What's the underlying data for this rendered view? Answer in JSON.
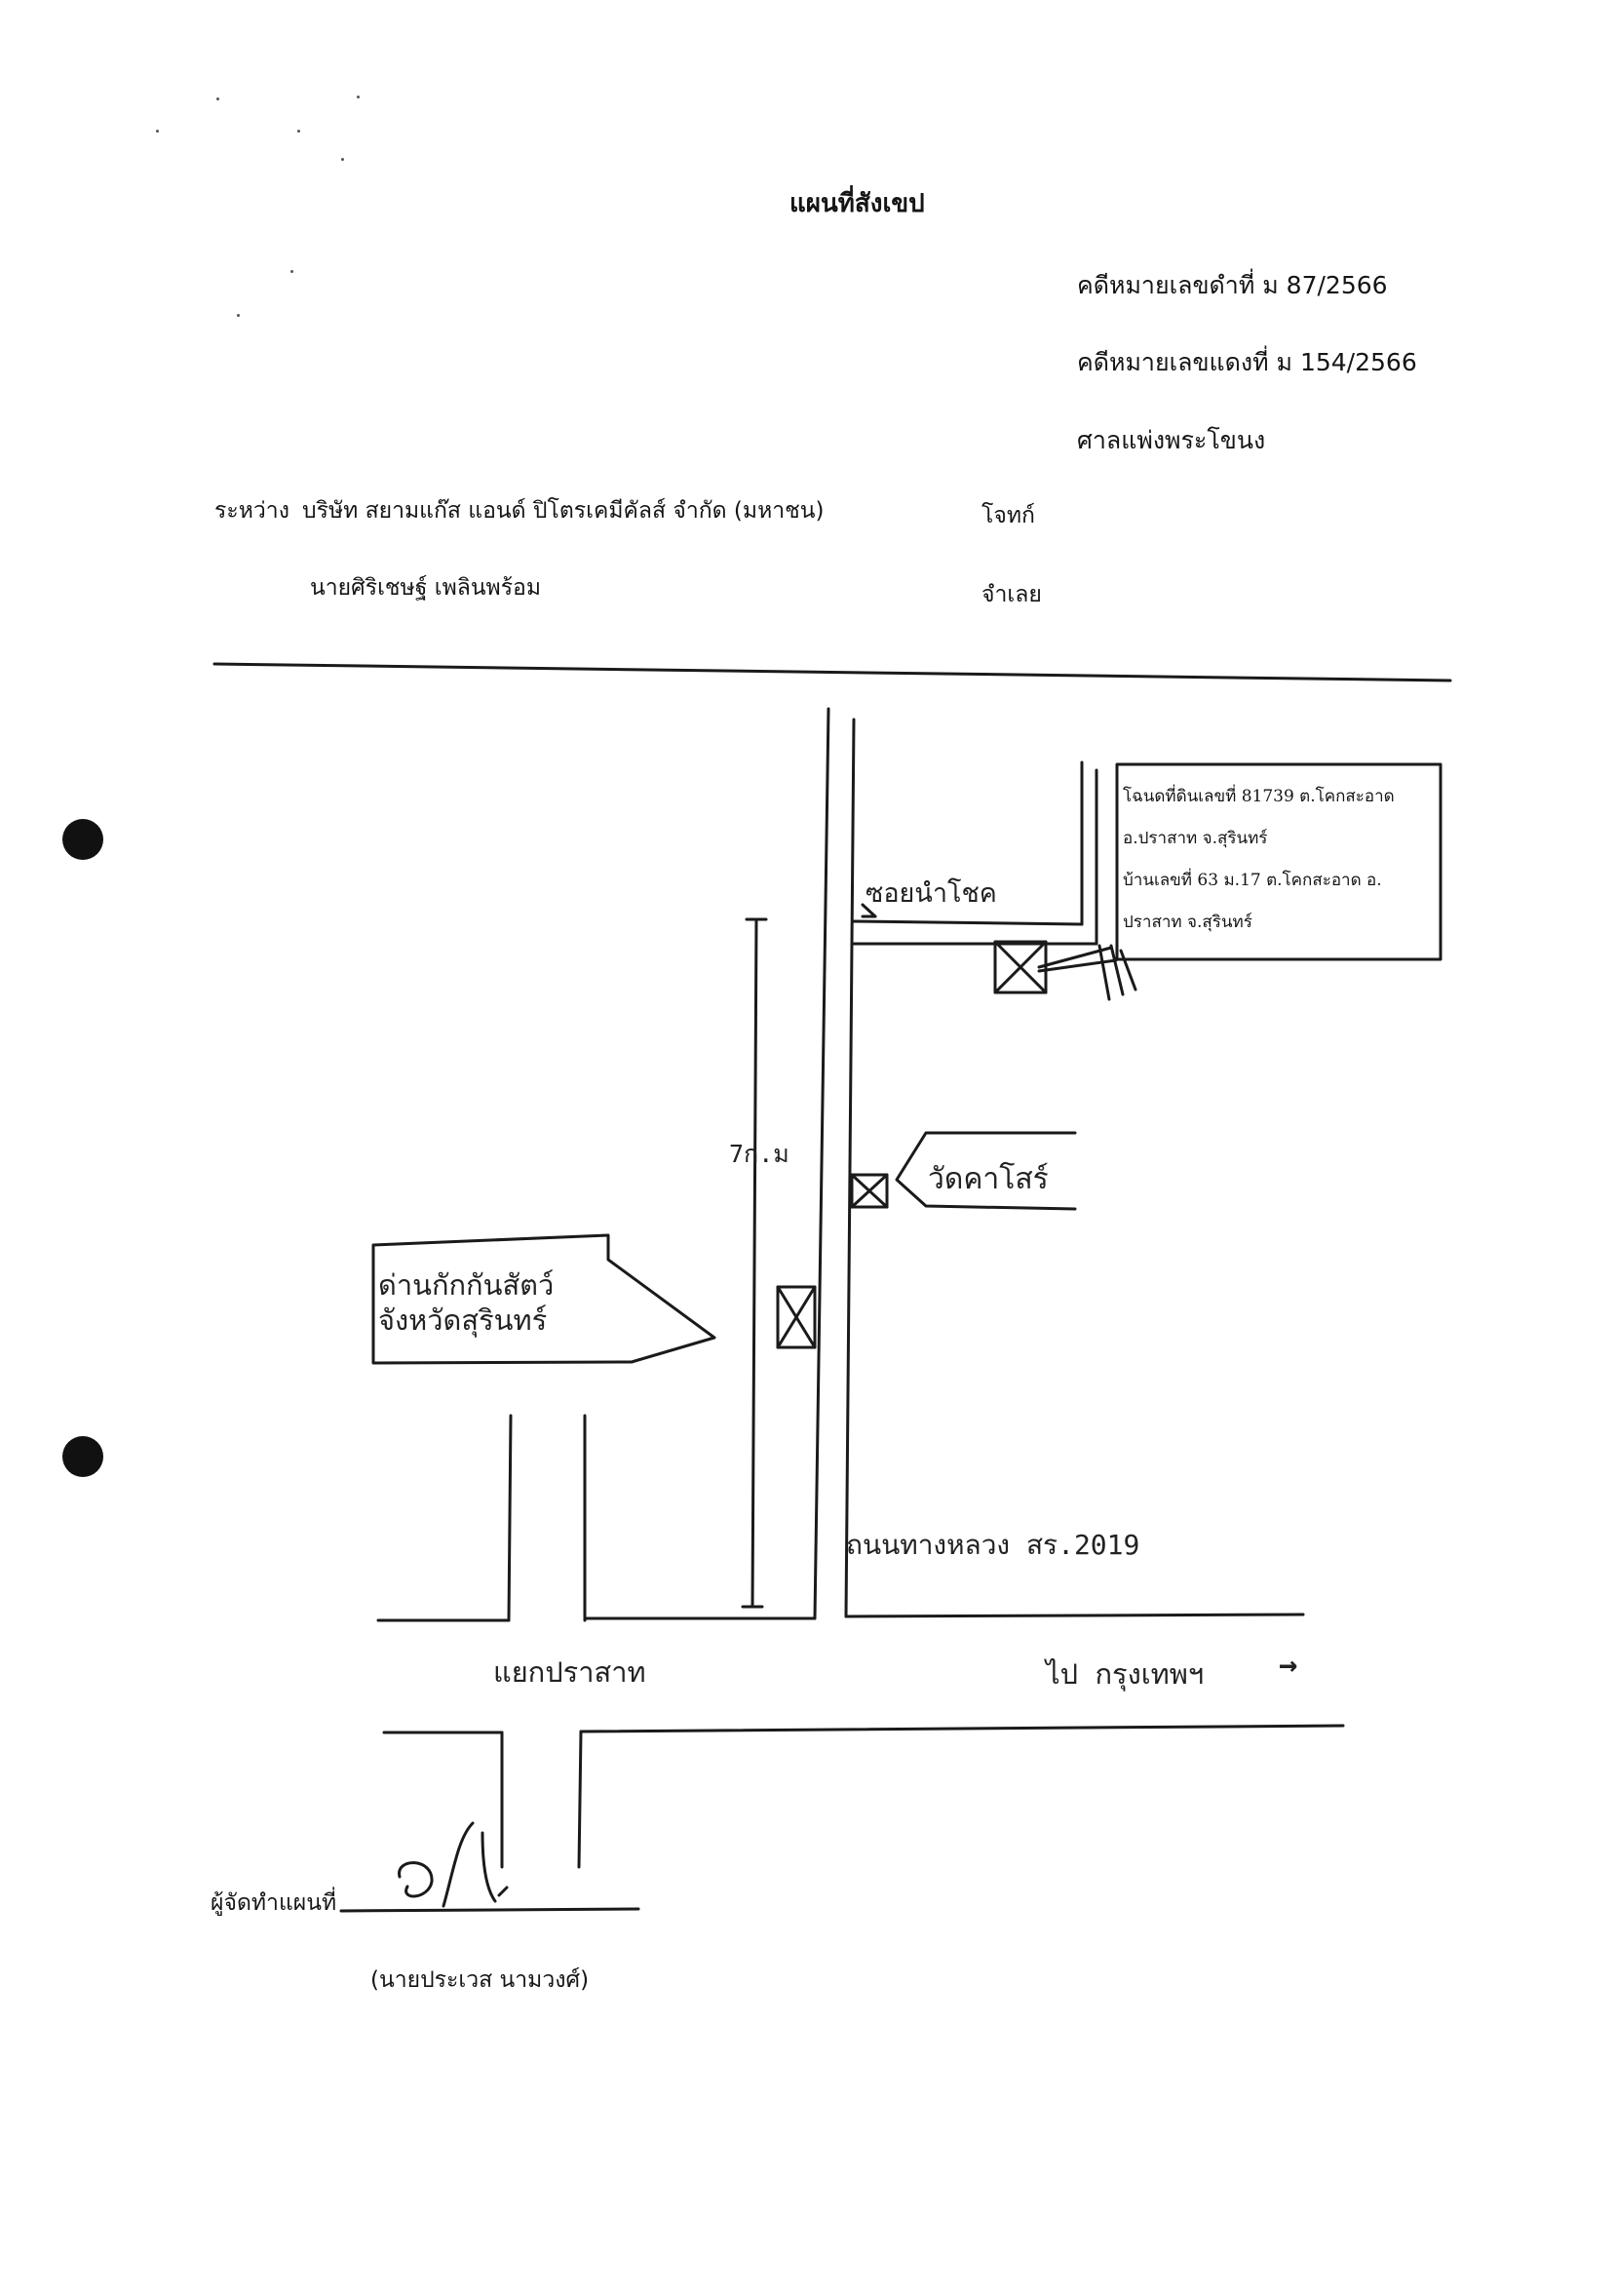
{
  "header": {
    "title": "แผนที่สังเขป",
    "black_case_no": "คดีหมายเลขดำที่ ม 87/2566",
    "red_case_no": "คดีหมายเลขแดงที่ ม 154/2566",
    "court": "ศาลแพ่งพระโขนง"
  },
  "parties": {
    "between_label": "ระหว่าง",
    "plaintiff": "บริษัท สยามแก๊ส แอนด์ ปิโตรเคมีคัลส์ จำกัด (มหาชน)",
    "plaintiff_role": "โจทก์",
    "defendant": "นายศิริเชษฐ์ เพลินพร้อม",
    "defendant_role": "จำเลย"
  },
  "map": {
    "deed_box_lines": [
      "โฉนดที่ดินเลขที่ 81739 ต.โคกสะอาด",
      "อ.ปราสาท จ.สุรินทร์",
      "บ้านเลขที่ 63 ม.17 ต.โคกสะอาด อ.",
      "ปราสาท จ.สุรินทร์"
    ],
    "soi_label": "ซอยนำโชค",
    "distance_label": "7ก.ม",
    "temple_label": "วัดคาโสร์",
    "checkpoint_lines": [
      "ด่านกักกันสัตว์",
      "จังหวัดสุรินทร์"
    ],
    "highway_label": "ถนนทางหลวง สร.2019",
    "junction_label": "แยกปราสาท",
    "direction_label": "ไป กรุงเทพฯ",
    "direction_arrow": "→"
  },
  "footer": {
    "mapmaker_label": "ผู้จัดทำแผนที่",
    "mapmaker_name": "(นายประเวส นามวงศ์)"
  }
}
